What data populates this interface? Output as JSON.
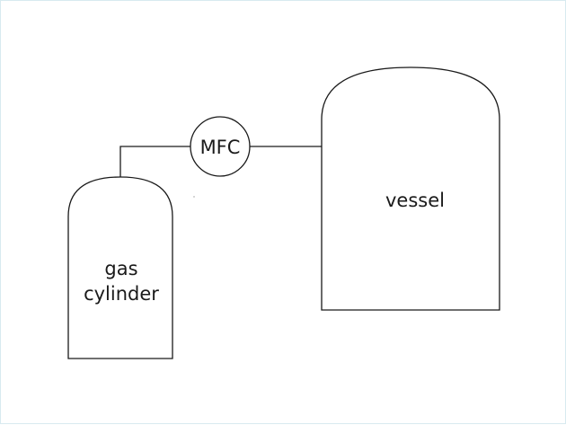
{
  "diagram": {
    "mfc_label": "MFC",
    "vessel_label": "vessel",
    "cylinder_label_line1": "gas",
    "cylinder_label_line2": "cylinder"
  },
  "colors": {
    "stroke": "#1a1a1a",
    "border": "#d8eaf0",
    "background": "#ffffff"
  }
}
